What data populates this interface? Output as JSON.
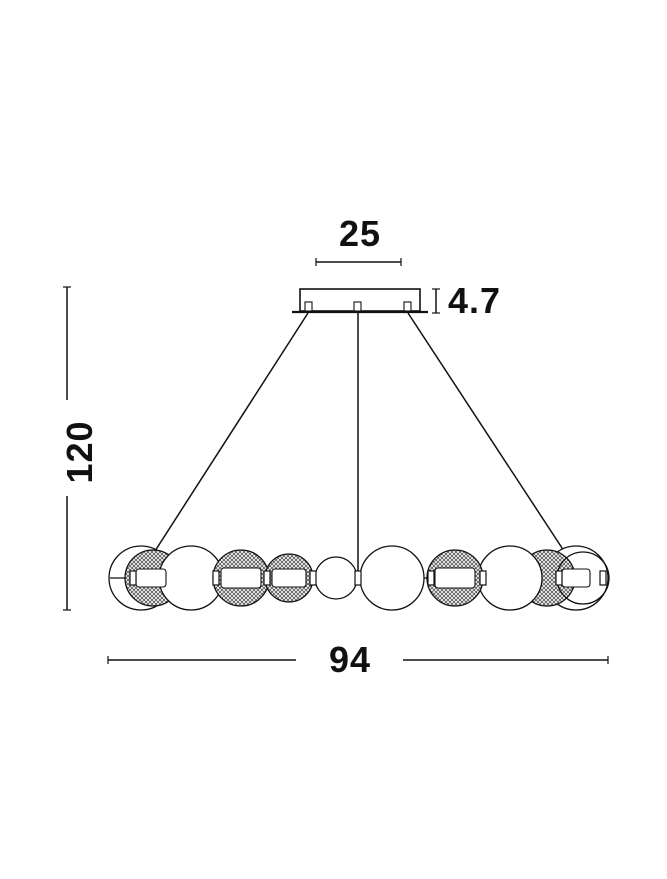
{
  "dimensions": {
    "overall_width": "94",
    "canopy_width": "25",
    "canopy_height": "4.7",
    "overall_height": "120"
  },
  "colors": {
    "line": "#111111",
    "mesh": "#5a5a5a",
    "background": "#ffffff"
  },
  "shades": [
    {
      "type": "clear"
    },
    {
      "type": "mesh"
    },
    {
      "type": "clear"
    },
    {
      "type": "mesh"
    },
    {
      "type": "mesh"
    },
    {
      "type": "clear"
    },
    {
      "type": "clear"
    },
    {
      "type": "mesh"
    },
    {
      "type": "clear"
    },
    {
      "type": "mesh"
    },
    {
      "type": "mesh"
    },
    {
      "type": "clear"
    }
  ]
}
